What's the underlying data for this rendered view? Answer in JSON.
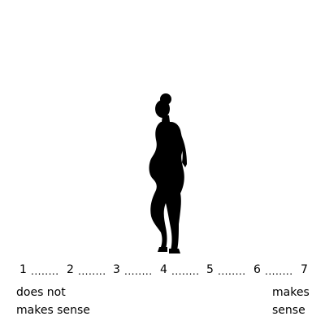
{
  "figure": {
    "icon": "pregnant-woman-silhouette-icon"
  },
  "scale": {
    "points": [
      "1",
      "2",
      "3",
      "4",
      "5",
      "6",
      "7"
    ],
    "separator": "........"
  },
  "anchors": {
    "low": {
      "line1": "does not",
      "line2": "makes sense"
    },
    "high": {
      "line1": "makes",
      "line2": "sense"
    }
  }
}
